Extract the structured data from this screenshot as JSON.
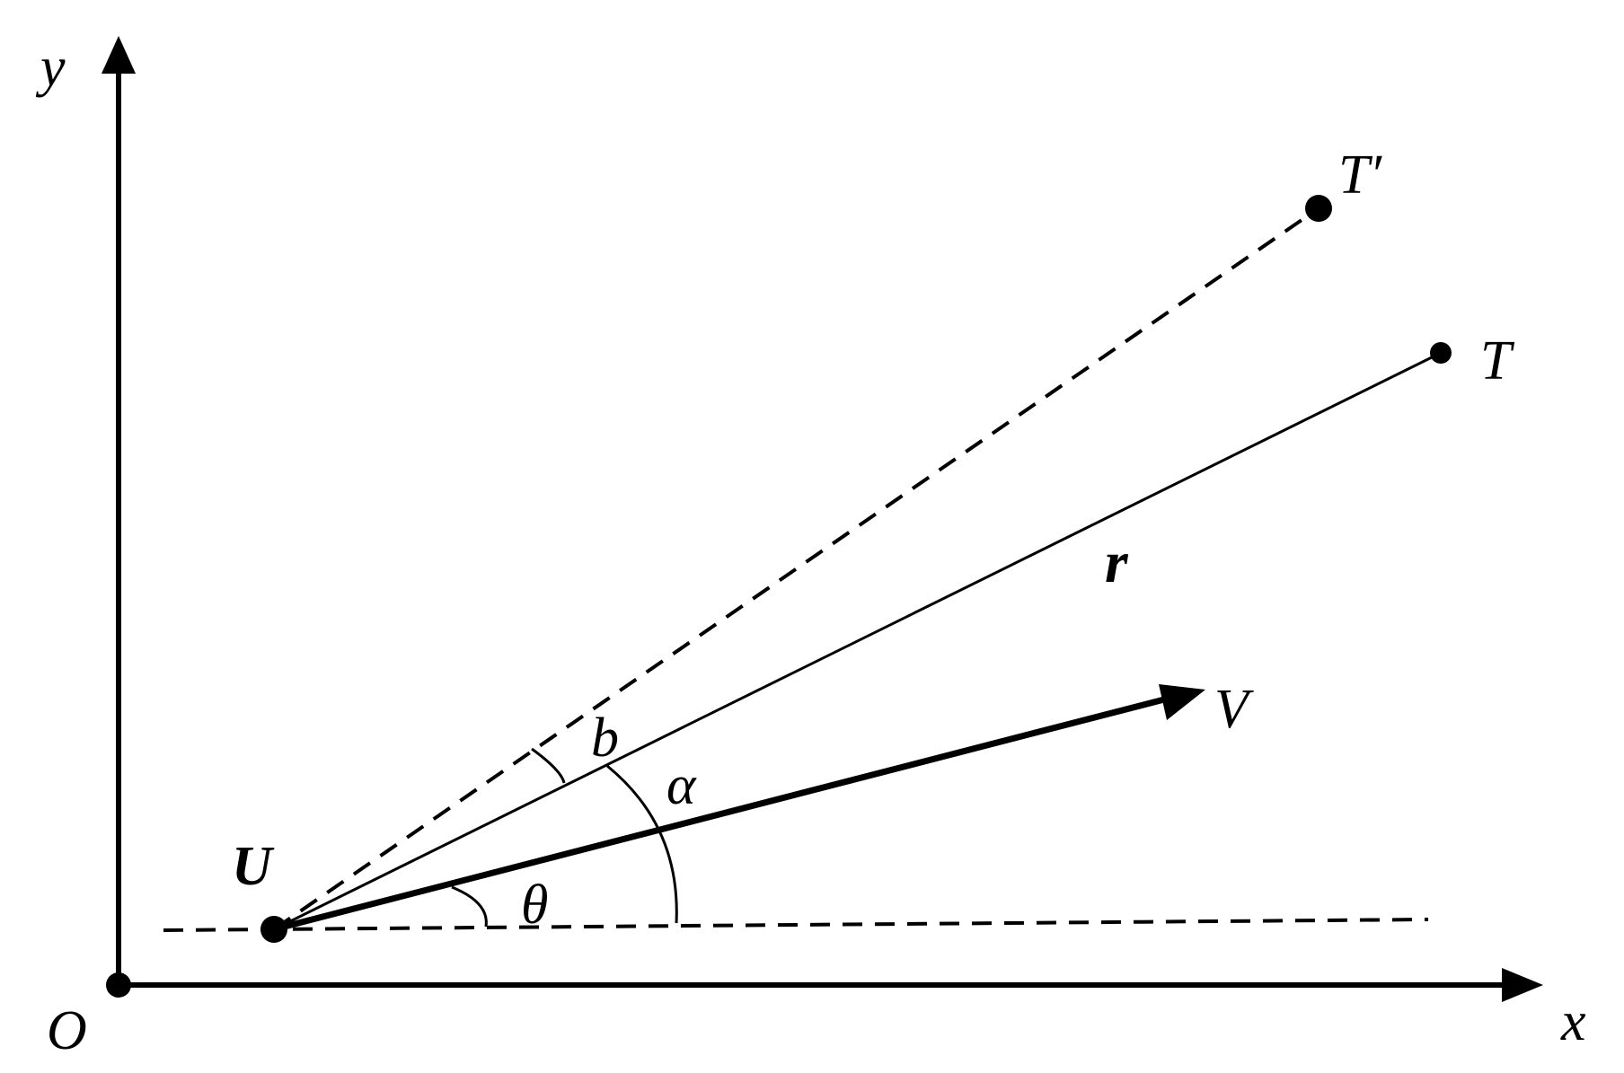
{
  "labels": {
    "y_axis": "y",
    "x_axis": "x",
    "origin": "O",
    "point_u": "U",
    "point_t": "T",
    "point_t_prime": "T′",
    "vector_r": "r",
    "vector_v": "V",
    "angle_b": "b",
    "angle_alpha": "α",
    "angle_theta": "θ"
  },
  "colors": {
    "ink": "#000000",
    "background": "#ffffff"
  }
}
